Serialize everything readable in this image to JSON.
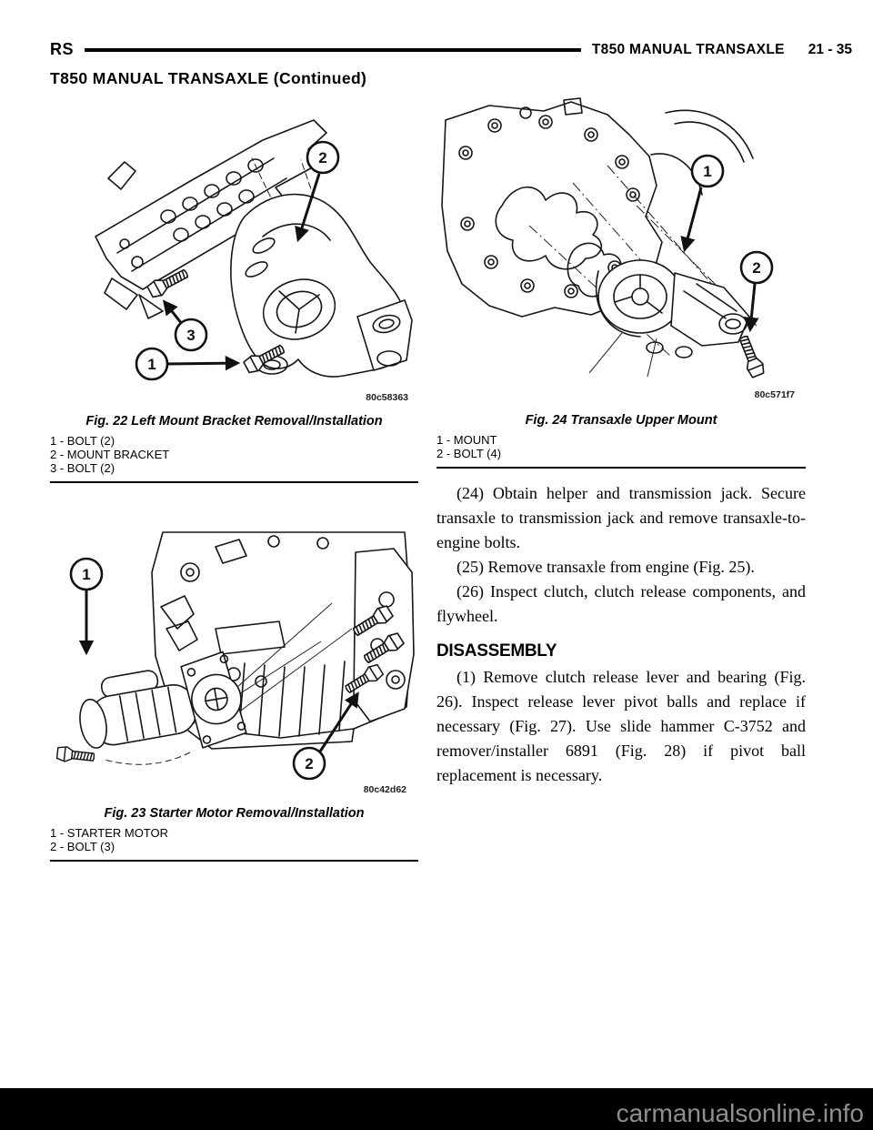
{
  "header": {
    "doc_code": "RS",
    "section_title": "T850 MANUAL TRANSAXLE",
    "page_number": "21 - 35",
    "continued_title": "T850 MANUAL TRANSAXLE (Continued)"
  },
  "left_column": {
    "fig22": {
      "caption": "Fig. 22 Left Mount Bracket Removal/Installation",
      "image_code": "80c58363",
      "callouts": {
        "c1": "1",
        "c2": "2",
        "c3": "3"
      },
      "legend": [
        "1 - BOLT (2)",
        "2 - MOUNT BRACKET",
        "3 - BOLT (2)"
      ]
    },
    "fig23": {
      "caption": "Fig. 23 Starter Motor Removal/Installation",
      "image_code": "80c42d62",
      "callouts": {
        "c1": "1",
        "c2": "2"
      },
      "legend": [
        "1 - STARTER MOTOR",
        "2 - BOLT (3)"
      ]
    }
  },
  "right_column": {
    "fig24": {
      "caption": "Fig. 24 Transaxle Upper Mount",
      "image_code": "80c571f7",
      "callouts": {
        "c1": "1",
        "c2": "2"
      },
      "legend": [
        "1 - MOUNT",
        "2 - BOLT (4)"
      ]
    },
    "steps": [
      "(24) Obtain helper and transmission jack. Secure transaxle to transmission jack and remove transaxle-to-engine bolts.",
      "(25) Remove transaxle from engine (Fig. 25).",
      "(26) Inspect clutch, clutch release components, and flywheel."
    ],
    "disassembly": {
      "heading": "DISASSEMBLY",
      "steps": [
        "(1) Remove clutch release lever and bearing (Fig. 26). Inspect release lever pivot balls and replace if necessary (Fig. 27). Use slide hammer C-3752 and remover/installer 6891 (Fig. 28) if pivot ball replacement is necessary."
      ]
    }
  },
  "footer": {
    "watermark": "carmanualsonline.info"
  }
}
